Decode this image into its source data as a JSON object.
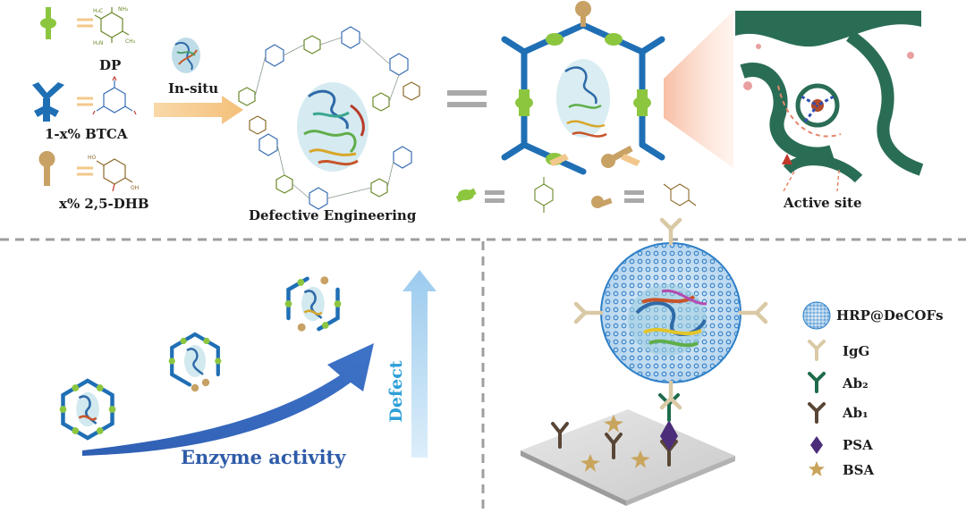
{
  "monomers": {
    "dp_label": "DP",
    "btca_label": "1-x% BTCA",
    "dhb_label": "x% 2,5-DHB",
    "dp_formula": {
      "me1": "H₃C",
      "nh1": "NH₂",
      "nh2": "H₂N",
      "me2": "CH₃"
    },
    "dhb_formula": {
      "ho": "HO",
      "oh": "OH"
    }
  },
  "arrow_label": "In-situ",
  "defective_label": "Defective Engineering",
  "equals_sign": "=",
  "active_site_label": "Active site",
  "bottom_left": {
    "enzyme_activity_label": "Enzyme activity",
    "defect_label": "Defect"
  },
  "legend": {
    "items": [
      {
        "label": "HRP@DeCOFs",
        "icon": "hrp-decof-sphere-icon"
      },
      {
        "label": "IgG",
        "icon": "igg-y-icon"
      },
      {
        "label": "Ab₂",
        "icon": "ab2-y-icon"
      },
      {
        "label": "Ab₁",
        "icon": "ab1-y-icon"
      },
      {
        "label": "PSA",
        "icon": "psa-diamond-icon"
      },
      {
        "label": "BSA",
        "icon": "bsa-star-icon"
      }
    ]
  },
  "colors": {
    "dp_green": "#8cc63f",
    "btca_blue": "#1f6fb5",
    "dhb_tan": "#c8a165",
    "protein_green": "#2a6d55",
    "arrow_blue": "#3e6fc0",
    "defect_arrow": "#a8d2ee",
    "igg": "#d9c9a5",
    "ab2": "#1e6b4b",
    "ab1": "#5a4636",
    "psa": "#4b2d7a",
    "bsa": "#c9a45c"
  }
}
